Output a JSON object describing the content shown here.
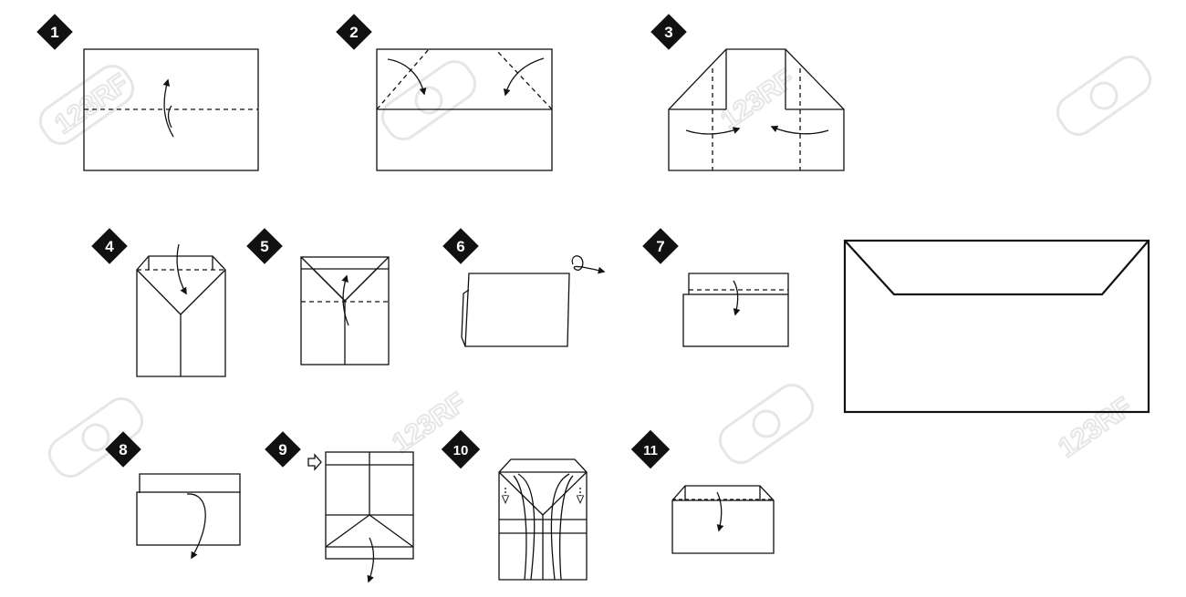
{
  "steps": [
    {
      "number": "1"
    },
    {
      "number": "2"
    },
    {
      "number": "3"
    },
    {
      "number": "4"
    },
    {
      "number": "5"
    },
    {
      "number": "6"
    },
    {
      "number": "7"
    },
    {
      "number": "8"
    },
    {
      "number": "9"
    },
    {
      "number": "10"
    },
    {
      "number": "11"
    }
  ],
  "watermark": {
    "text": "123RF"
  },
  "colors": {
    "line": "#111111",
    "badge": "#111111",
    "watermark": "#e6e6e6"
  }
}
